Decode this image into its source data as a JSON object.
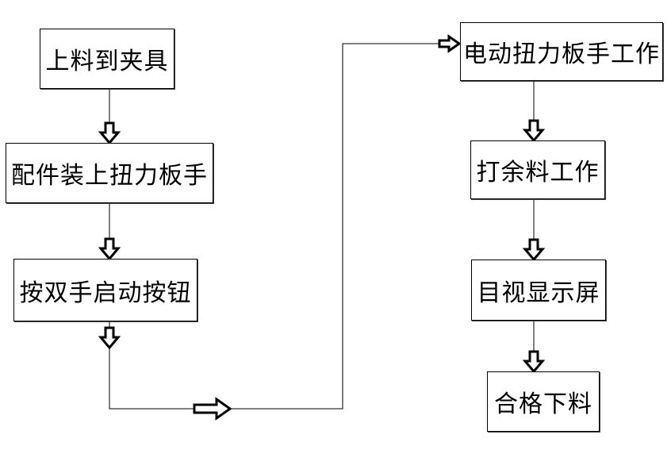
{
  "flowchart": {
    "steps": [
      {
        "label": "上料到夹具"
      },
      {
        "label": "配件装上扭力板手"
      },
      {
        "label": "按双手启动按钮"
      },
      {
        "label": "电动扭力板手工作"
      },
      {
        "label": "打余料工作"
      },
      {
        "label": "目视显示屏"
      },
      {
        "label": "合格下料"
      }
    ]
  }
}
